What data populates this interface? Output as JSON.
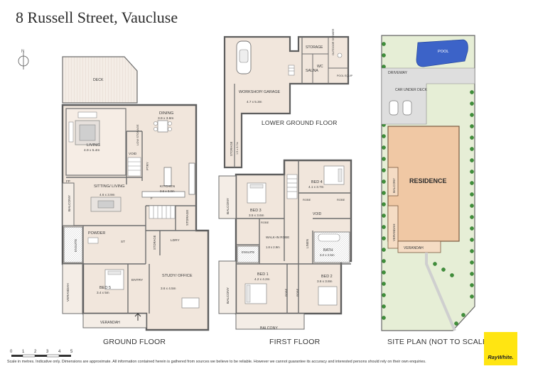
{
  "title": "8 Russell Street, Vaucluse",
  "plans": {
    "ground_floor": "GROUND FLOOR",
    "lower_ground_floor": "LOWER GROUND FLOOR",
    "first_floor": "FIRST FLOOR",
    "site_plan": "SITE PLAN (NOT TO SCALE)"
  },
  "ground": {
    "deck": "DECK",
    "dining": "DINING",
    "dining_dim": "3.9 x 3.8m",
    "living": "LIVING",
    "living_dim": "4.9 x 5.4m",
    "low_storage": "LOW STORAGE",
    "void": "VOID",
    "ptry": "PTRY",
    "kitchen": "KITCHEN",
    "kitchen_dim": "3.6 x 3.3m",
    "sitting_living": "SITTING/ LIVING",
    "sitting_dim": "4.6 x 3.9m",
    "fp": "FP",
    "f": "F",
    "balcony": "BALCONY",
    "powder": "POWDER",
    "st": "ST",
    "ensuite": "ENSUITE",
    "storage": "STORAGE",
    "storage2": "STORAGE",
    "ldry": "LDRY",
    "bed5": "BED 5",
    "bed5_dim": "3.4 x 5m",
    "entry": "ENTRY",
    "study": "STUDY/ OFFICE",
    "study_dim": "3.6 x 4.5m",
    "verandah": "VERANDAH",
    "verandah_side": "VERANDAH"
  },
  "lower": {
    "workshop": "WORKSHOP/ GARAGE",
    "workshop_dim": "4.7 x 5.3m",
    "storage_side": "STORAGE",
    "storage_side_dim": "1.5 x 3.7m",
    "storage": "STORAGE",
    "outdoor_shower": "OUTDOOR SHOWER",
    "sauna": "SAUNA",
    "wc": "WC",
    "pool_equip": "POOL EQUIP"
  },
  "first": {
    "bed4": "BED 4",
    "bed4_dim": "4.1 x 3.7m",
    "bed3": "BED 3",
    "bed3_dim": "3.5 x 3.6m",
    "robe": "ROBE",
    "void": "VOID",
    "walkin_robe": "WALK-IN ROBE",
    "walkin_dim": "1.8 x 2.9m",
    "linen": "LINEN",
    "ensuite": "ENSUITE",
    "bath": "BATH",
    "bath_dim": "3.0 x 2.5m",
    "bed1": "BED 1",
    "bed1_dim": "4.2 x 4.2m",
    "bed2": "BED 2",
    "bed2_dim": "3.6 x 3.8m",
    "balcony": "BALCONY"
  },
  "site": {
    "pool": "POOL",
    "driveway": "DRIVEWAY",
    "car_under_deck": "CAR UNDER DECK",
    "residence": "RESIDENCE",
    "balcony": "BALCONY",
    "verandah_side": "VERANDAH",
    "verandah": "VERANDAH"
  },
  "scale": {
    "labels": [
      "0",
      "1",
      "2",
      "3",
      "4",
      "5"
    ]
  },
  "disclaimer": "Scale in metres. Indicative only. Dimensions are approximate. All information contained herein is gathered from sources we believe to be reliable. However we cannot guarantee its accuracy and interested persons should rely on their own enquiries.",
  "brand": "RayWhite.",
  "colors": {
    "floor": "#f1e6dc",
    "wall": "#6e6e6e",
    "residence": "#f0c8a4",
    "lawn": "#e6eed6",
    "pool": "#3c63c8",
    "hedge": "#3f8f3a",
    "logo": "#ffe512"
  }
}
